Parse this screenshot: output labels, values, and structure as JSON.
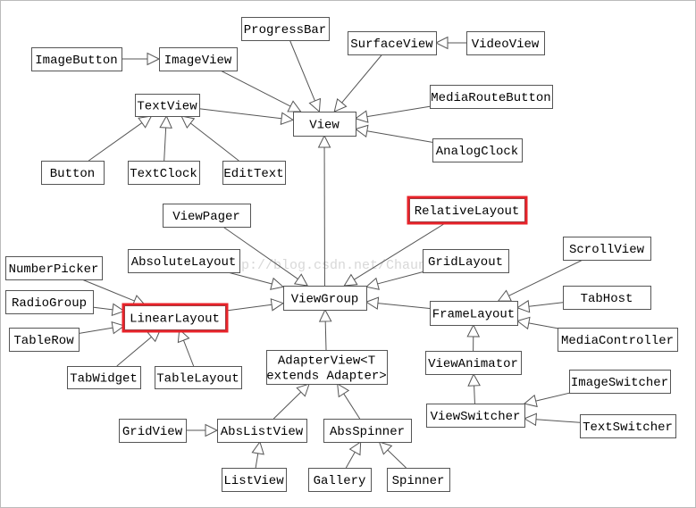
{
  "watermark": "http://blog.csdn.net/ChaunYiYong",
  "colors": {
    "border": "#555555",
    "highlight": "#e8232a",
    "text": "#000000",
    "line": "#555555"
  },
  "nodes": [
    {
      "id": "ProgressBar",
      "lines": [
        "ProgressBar"
      ]
    },
    {
      "id": "SurfaceView",
      "lines": [
        "SurfaceView"
      ]
    },
    {
      "id": "VideoView",
      "lines": [
        "VideoView"
      ]
    },
    {
      "id": "ImageButton",
      "lines": [
        "ImageButton"
      ]
    },
    {
      "id": "ImageView",
      "lines": [
        "ImageView"
      ]
    },
    {
      "id": "MediaRouteButton",
      "lines": [
        "MediaRouteButton"
      ]
    },
    {
      "id": "TextView",
      "lines": [
        "TextView"
      ]
    },
    {
      "id": "View",
      "lines": [
        "View"
      ]
    },
    {
      "id": "AnalogClock",
      "lines": [
        "AnalogClock"
      ]
    },
    {
      "id": "Button",
      "lines": [
        "Button"
      ]
    },
    {
      "id": "TextClock",
      "lines": [
        "TextClock"
      ]
    },
    {
      "id": "EditText",
      "lines": [
        "EditText"
      ]
    },
    {
      "id": "ViewPager",
      "lines": [
        "ViewPager"
      ]
    },
    {
      "id": "RelativeLayout",
      "lines": [
        "RelativeLayout"
      ],
      "highlight": true
    },
    {
      "id": "AbsoluteLayout",
      "lines": [
        "AbsoluteLayout"
      ]
    },
    {
      "id": "GridLayout",
      "lines": [
        "GridLayout"
      ]
    },
    {
      "id": "ScrollView",
      "lines": [
        "ScrollView"
      ]
    },
    {
      "id": "NumberPicker",
      "lines": [
        "NumberPicker"
      ]
    },
    {
      "id": "ViewGroup",
      "lines": [
        "ViewGroup"
      ]
    },
    {
      "id": "TabHost",
      "lines": [
        "TabHost"
      ]
    },
    {
      "id": "RadioGroup",
      "lines": [
        "RadioGroup"
      ]
    },
    {
      "id": "LinearLayout",
      "lines": [
        "LinearLayout"
      ],
      "highlight": true
    },
    {
      "id": "FrameLayout",
      "lines": [
        "FrameLayout"
      ]
    },
    {
      "id": "TableRow",
      "lines": [
        "TableRow"
      ]
    },
    {
      "id": "MediaController",
      "lines": [
        "MediaController"
      ]
    },
    {
      "id": "AdapterView",
      "lines": [
        "AdapterView<T",
        "extends Adapter>"
      ]
    },
    {
      "id": "ViewAnimator",
      "lines": [
        "ViewAnimator"
      ]
    },
    {
      "id": "TabWidget",
      "lines": [
        "TabWidget"
      ]
    },
    {
      "id": "TableLayout",
      "lines": [
        "TableLayout"
      ]
    },
    {
      "id": "ImageSwitcher",
      "lines": [
        "ImageSwitcher"
      ]
    },
    {
      "id": "ViewSwitcher",
      "lines": [
        "ViewSwitcher"
      ]
    },
    {
      "id": "TextSwitcher",
      "lines": [
        "TextSwitcher"
      ]
    },
    {
      "id": "GridView",
      "lines": [
        "GridView"
      ]
    },
    {
      "id": "AbsListView",
      "lines": [
        "AbsListView"
      ]
    },
    {
      "id": "AbsSpinner",
      "lines": [
        "AbsSpinner"
      ]
    },
    {
      "id": "ListView",
      "lines": [
        "ListView"
      ]
    },
    {
      "id": "Gallery",
      "lines": [
        "Gallery"
      ]
    },
    {
      "id": "Spinner",
      "lines": [
        "Spinner"
      ]
    }
  ],
  "edges": [
    {
      "from": "ImageButton",
      "to": "ImageView"
    },
    {
      "from": "ImageView",
      "to": "View"
    },
    {
      "from": "ProgressBar",
      "to": "View"
    },
    {
      "from": "VideoView",
      "to": "SurfaceView"
    },
    {
      "from": "SurfaceView",
      "to": "View"
    },
    {
      "from": "MediaRouteButton",
      "to": "View"
    },
    {
      "from": "TextView",
      "to": "View"
    },
    {
      "from": "AnalogClock",
      "to": "View"
    },
    {
      "from": "Button",
      "to": "TextView"
    },
    {
      "from": "TextClock",
      "to": "TextView"
    },
    {
      "from": "EditText",
      "to": "TextView"
    },
    {
      "from": "ViewGroup",
      "to": "View"
    },
    {
      "from": "ViewPager",
      "to": "ViewGroup"
    },
    {
      "from": "RelativeLayout",
      "to": "ViewGroup"
    },
    {
      "from": "AbsoluteLayout",
      "to": "ViewGroup"
    },
    {
      "from": "GridLayout",
      "to": "ViewGroup"
    },
    {
      "from": "LinearLayout",
      "to": "ViewGroup"
    },
    {
      "from": "FrameLayout",
      "to": "ViewGroup"
    },
    {
      "from": "AdapterView",
      "to": "ViewGroup"
    },
    {
      "from": "NumberPicker",
      "to": "LinearLayout"
    },
    {
      "from": "RadioGroup",
      "to": "LinearLayout"
    },
    {
      "from": "TableRow",
      "to": "LinearLayout"
    },
    {
      "from": "TabWidget",
      "to": "LinearLayout"
    },
    {
      "from": "TableLayout",
      "to": "LinearLayout"
    },
    {
      "from": "ScrollView",
      "to": "FrameLayout"
    },
    {
      "from": "TabHost",
      "to": "FrameLayout"
    },
    {
      "from": "MediaController",
      "to": "FrameLayout"
    },
    {
      "from": "ViewAnimator",
      "to": "FrameLayout"
    },
    {
      "from": "ViewSwitcher",
      "to": "ViewAnimator"
    },
    {
      "from": "ImageSwitcher",
      "to": "ViewSwitcher"
    },
    {
      "from": "TextSwitcher",
      "to": "ViewSwitcher"
    },
    {
      "from": "AbsListView",
      "to": "AdapterView"
    },
    {
      "from": "AbsSpinner",
      "to": "AdapterView"
    },
    {
      "from": "GridView",
      "to": "AbsListView"
    },
    {
      "from": "ListView",
      "to": "AbsListView"
    },
    {
      "from": "Gallery",
      "to": "AbsSpinner"
    },
    {
      "from": "Spinner",
      "to": "AbsSpinner"
    }
  ]
}
